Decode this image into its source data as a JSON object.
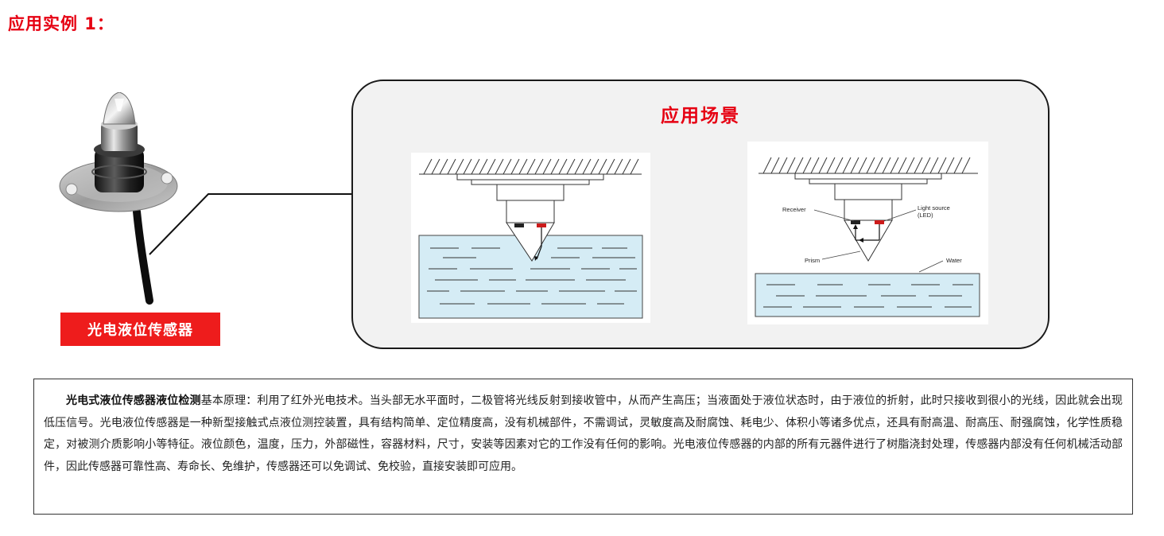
{
  "page": {
    "heading": "应用实例 1："
  },
  "product": {
    "label": "光电液位传感器",
    "label_color": "#ee1c1c",
    "accent_color": "#e60012"
  },
  "scene": {
    "title": "应用场景",
    "diagram_right_labels": {
      "receiver": "Receiver",
      "light_source": "Light source",
      "light_source_sub": "(LED)",
      "prism": "Prism",
      "water": "Water"
    }
  },
  "description": {
    "bold_lead": "光电式液位传感器液位检测",
    "body": "基本原理：利用了红外光电技术。当头部无水平面时，二极管将光线反射到接收管中，从而产生高压；当液面处于液位状态时，由于液位的折射，此时只接收到很小的光线，因此就会出现低压信号。光电液位传感器是一种新型接触式点液位测控装置，具有结构简单、定位精度高，没有机械部件，不需调试，灵敏度高及耐腐蚀、耗电少、体积小等诸多优点，还具有耐高温、耐高压、耐强腐蚀，化学性质稳定，对被测介质影响小等特征。液位颜色，温度，压力，外部磁性，容器材料，尺寸，安装等因素对它的工作没有任何的影响。光电液位传感器的内部的所有元器件进行了树脂浇封处理，传感器内部没有任何机械活动部件，因此传感器可靠性高、寿命长、免维护，传感器还可以免调试、免校验，直接安装即可应用。"
  }
}
